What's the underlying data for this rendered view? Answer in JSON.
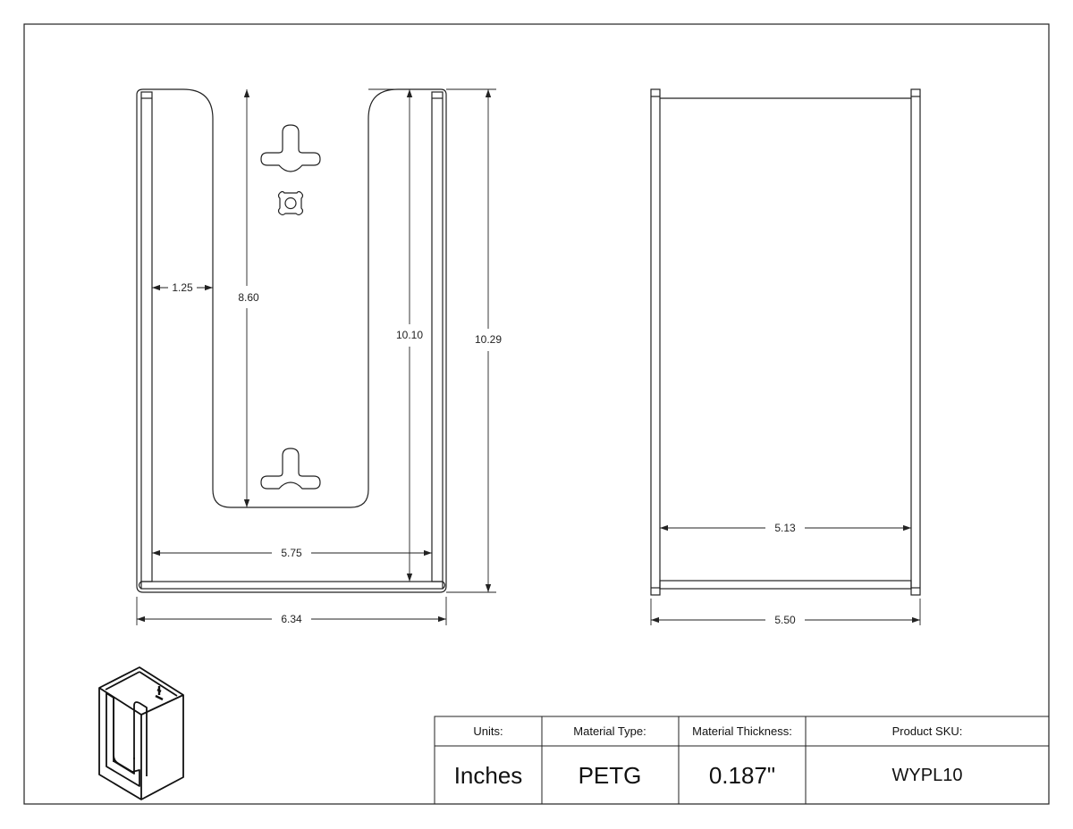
{
  "front_view": {
    "dims": {
      "inner_side_width": "1.25",
      "slot_height": "8.60",
      "inner_height": "10.10",
      "overall_height": "10.29",
      "inner_width": "5.75",
      "overall_width": "6.34"
    }
  },
  "side_view": {
    "dims": {
      "inner_depth": "5.13",
      "overall_depth": "5.50"
    }
  },
  "title_block": {
    "units_label": "Units:",
    "units_value": "Inches",
    "material_type_label": "Material Type:",
    "material_type_value": "PETG",
    "material_thickness_label": "Material Thickness:",
    "material_thickness_value": "0.187\"",
    "product_sku_label": "Product SKU:",
    "product_sku_value": "WYPL10"
  }
}
